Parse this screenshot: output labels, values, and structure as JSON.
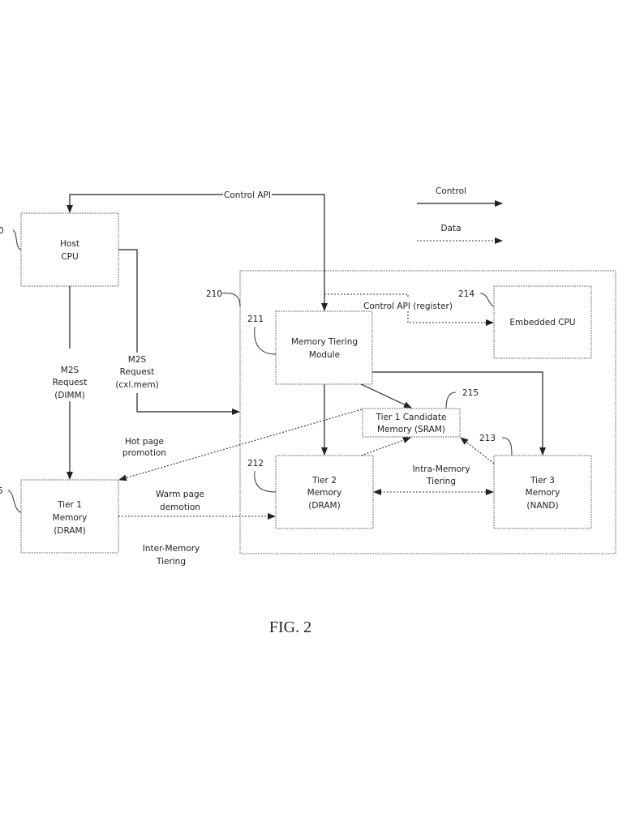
{
  "figure_label": "FIG. 2",
  "legend": {
    "control": "Control",
    "data": "Data"
  },
  "nodes": {
    "host_cpu": {
      "line1": "Host",
      "line2": "CPU",
      "ref": "0"
    },
    "device": {
      "ref": "210"
    },
    "memory_tiering_module": {
      "line1": "Memory Tiering",
      "line2": "Module",
      "ref": "211"
    },
    "tier2": {
      "line1": "Tier 2",
      "line2": "Memory",
      "line3": "(DRAM)",
      "ref": "212"
    },
    "tier3": {
      "line1": "Tier 3",
      "line2": "Memory",
      "line3": "(NAND)",
      "ref": "213"
    },
    "embedded_cpu": {
      "line1": "Embedded CPU",
      "ref": "214"
    },
    "tier1_candidate": {
      "line1": "Tier 1 Candidate",
      "line2": "Memory (SRAM)",
      "ref": "215"
    },
    "tier1": {
      "line1": "Tier 1",
      "line2": "Memory",
      "line3": "(DRAM)",
      "ref": "5"
    }
  },
  "edges": {
    "control_api": "Control API",
    "control_api_register": "Control API (register)",
    "m2s_dimm": {
      "line1": "M2S",
      "line2": "Request",
      "line3": "(DIMM)"
    },
    "m2s_cxl": {
      "line1": "M2S",
      "line2": "Request",
      "line3": "(cxl.mem)"
    },
    "hot_page": {
      "line1": "Hot page",
      "line2": "promotion"
    },
    "warm_page": {
      "line1": "Warm page",
      "line2": "demotion"
    },
    "inter_memory": {
      "line1": "Inter-Memory",
      "line2": "Tiering"
    },
    "intra_memory": {
      "line1": "Intra-Memory",
      "line2": "Tiering"
    }
  }
}
